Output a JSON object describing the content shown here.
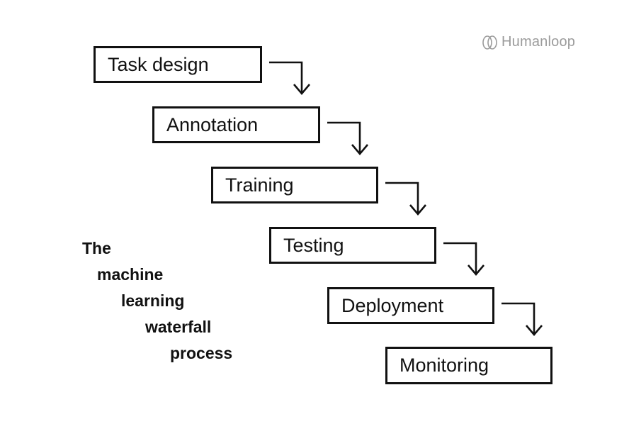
{
  "logo": {
    "brand": "Humanloop",
    "icon": "humanloop-loops-icon",
    "color": "#9b9b9b"
  },
  "title": {
    "lines": [
      "The",
      "machine",
      "learning",
      "waterfall",
      "process"
    ]
  },
  "process": {
    "type": "waterfall-flowchart",
    "connector": "elbow-arrow-down",
    "steps": [
      {
        "label": "Task design"
      },
      {
        "label": "Annotation"
      },
      {
        "label": "Training"
      },
      {
        "label": "Testing"
      },
      {
        "label": "Deployment"
      },
      {
        "label": "Monitoring"
      }
    ]
  },
  "colors": {
    "background": "#ffffff",
    "box_border": "#111111",
    "text": "#111111",
    "logo_gray": "#9b9b9b"
  }
}
